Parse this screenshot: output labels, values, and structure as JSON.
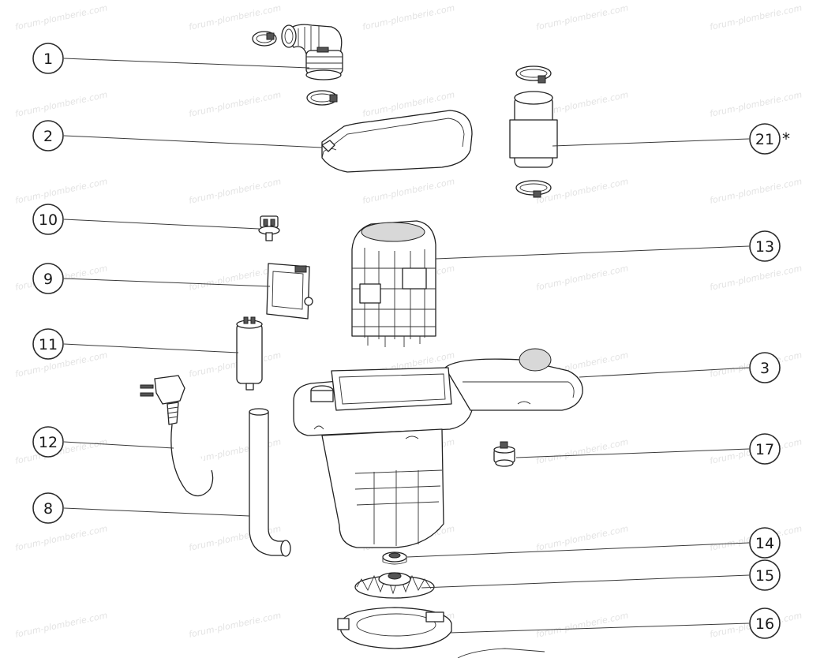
{
  "watermark": "forum-plomberie.com",
  "callouts": [
    {
      "id": "1",
      "label": "1"
    },
    {
      "id": "2",
      "label": "2"
    },
    {
      "id": "10",
      "label": "10"
    },
    {
      "id": "9",
      "label": "9"
    },
    {
      "id": "11",
      "label": "11"
    },
    {
      "id": "12",
      "label": "12"
    },
    {
      "id": "8",
      "label": "8"
    },
    {
      "id": "21",
      "label": "21",
      "note": "*"
    },
    {
      "id": "13",
      "label": "13"
    },
    {
      "id": "3",
      "label": "3"
    },
    {
      "id": "17",
      "label": "17"
    },
    {
      "id": "14",
      "label": "14"
    },
    {
      "id": "15",
      "label": "15"
    },
    {
      "id": "16",
      "label": "16"
    }
  ]
}
